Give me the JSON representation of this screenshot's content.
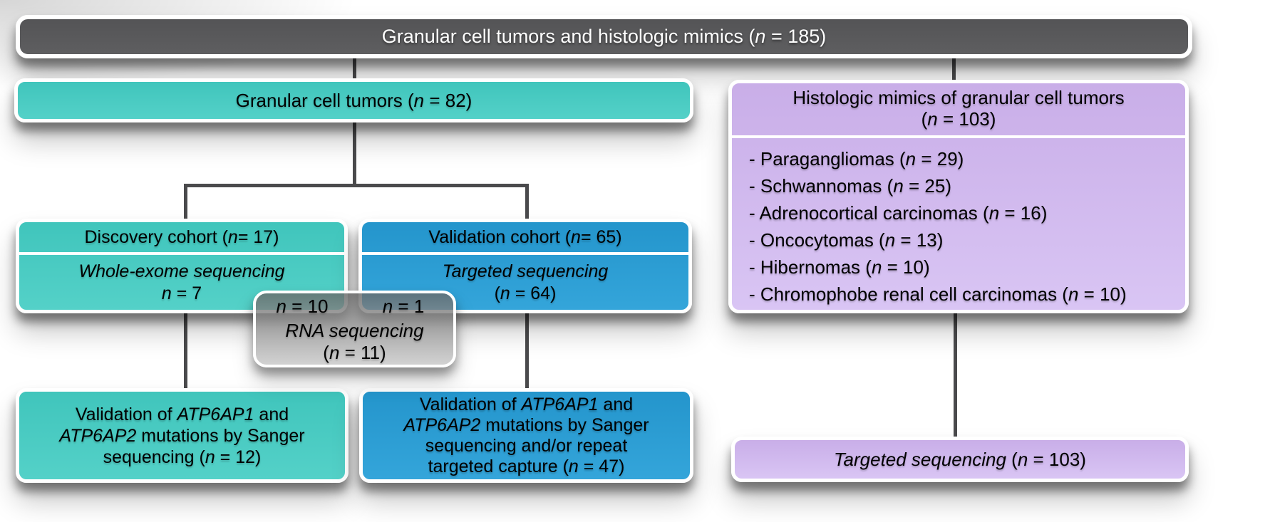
{
  "colors": {
    "root_fill": "#59595b",
    "teal_fill": "#4accc3",
    "blue_fill": "#2b9fd3",
    "purple_fill": "#d2baef",
    "overlap_gray_fill": "rgba(150,150,150,0.78)",
    "connector": "#4a4a4c",
    "box_border": "#ffffff",
    "text_dark": "#000000",
    "text_light": "#ffffff"
  },
  "root": {
    "label": [
      {
        "t": "Granular cell tumors and histologic mimics ("
      },
      {
        "t": "n",
        "i": true
      },
      {
        "t": " = 185)"
      }
    ]
  },
  "gct": {
    "label": [
      {
        "t": "Granular cell tumors ("
      },
      {
        "t": "n",
        "i": true
      },
      {
        "t": " = 82)"
      }
    ]
  },
  "discovery": {
    "header": [
      {
        "t": "Discovery cohort ("
      },
      {
        "t": "n",
        "i": true
      },
      {
        "t": " = 17)"
      }
    ],
    "body_line1": [
      {
        "t": "Whole-exome sequencing",
        "i": true
      }
    ],
    "body_line2": [
      {
        "t": "n",
        "i": true
      },
      {
        "t": " = 7"
      }
    ]
  },
  "validation": {
    "header": [
      {
        "t": "Validation cohort ("
      },
      {
        "t": "n",
        "i": true
      },
      {
        "t": " = 65)"
      }
    ],
    "body_line1": [
      {
        "t": "Targeted sequencing",
        "i": true
      }
    ],
    "body_line2": [
      {
        "t": "("
      },
      {
        "t": "n",
        "i": true
      },
      {
        "t": " = 64)"
      }
    ]
  },
  "rna": {
    "n10": [
      {
        "t": "n",
        "i": true
      },
      {
        "t": " = 10"
      }
    ],
    "n1": [
      {
        "t": "n",
        "i": true
      },
      {
        "t": " = 1"
      }
    ],
    "line1": [
      {
        "t": "RNA sequencing",
        "i": true
      }
    ],
    "line2": [
      {
        "t": "("
      },
      {
        "t": "n",
        "i": true
      },
      {
        "t": " = 11)"
      }
    ]
  },
  "sanger": {
    "discovery_lines": [
      [
        {
          "t": "Validation of "
        },
        {
          "t": "ATP6AP1",
          "i": true
        },
        {
          "t": " and"
        }
      ],
      [
        {
          "t": "ATP6AP2",
          "i": true
        },
        {
          "t": " mutations by Sanger"
        }
      ],
      [
        {
          "t": "sequencing ("
        },
        {
          "t": "n",
          "i": true
        },
        {
          "t": " = 12)"
        }
      ]
    ],
    "validation_lines": [
      [
        {
          "t": "Validation of "
        },
        {
          "t": "ATP6AP1",
          "i": true
        },
        {
          "t": " and"
        }
      ],
      [
        {
          "t": "ATP6AP2",
          "i": true
        },
        {
          "t": " mutations by Sanger"
        }
      ],
      [
        {
          "t": "sequencing and/or repeat"
        }
      ],
      [
        {
          "t": "targeted capture ("
        },
        {
          "t": "n",
          "i": true
        },
        {
          "t": " = 47)"
        }
      ]
    ]
  },
  "mimics": {
    "title_line1": [
      {
        "t": "Histologic mimics of granular cell tumors"
      }
    ],
    "title_line2": [
      {
        "t": "("
      },
      {
        "t": "n",
        "i": true
      },
      {
        "t": " = 103)"
      }
    ],
    "items": [
      [
        {
          "t": "- Paragangliomas ("
        },
        {
          "t": "n",
          "i": true
        },
        {
          "t": " = 29)"
        }
      ],
      [
        {
          "t": "- Schwannomas ("
        },
        {
          "t": "n",
          "i": true
        },
        {
          "t": " = 25)"
        }
      ],
      [
        {
          "t": "- Adrenocortical carcinomas ("
        },
        {
          "t": "n",
          "i": true
        },
        {
          "t": " = 16)"
        }
      ],
      [
        {
          "t": "- Oncocytomas ("
        },
        {
          "t": "n",
          "i": true
        },
        {
          "t": " = 13)"
        }
      ],
      [
        {
          "t": "- Hibernomas ("
        },
        {
          "t": "n",
          "i": true
        },
        {
          "t": " = 10)"
        }
      ],
      [
        {
          "t": "- Chromophobe renal cell carcinomas ("
        },
        {
          "t": "n",
          "i": true
        },
        {
          "t": " = 10)"
        }
      ]
    ],
    "sequencing_label": [
      {
        "t": "Targeted sequencing",
        "i": true
      },
      {
        "t": " ("
      },
      {
        "t": "n",
        "i": true
      },
      {
        "t": " = 103)"
      }
    ]
  }
}
